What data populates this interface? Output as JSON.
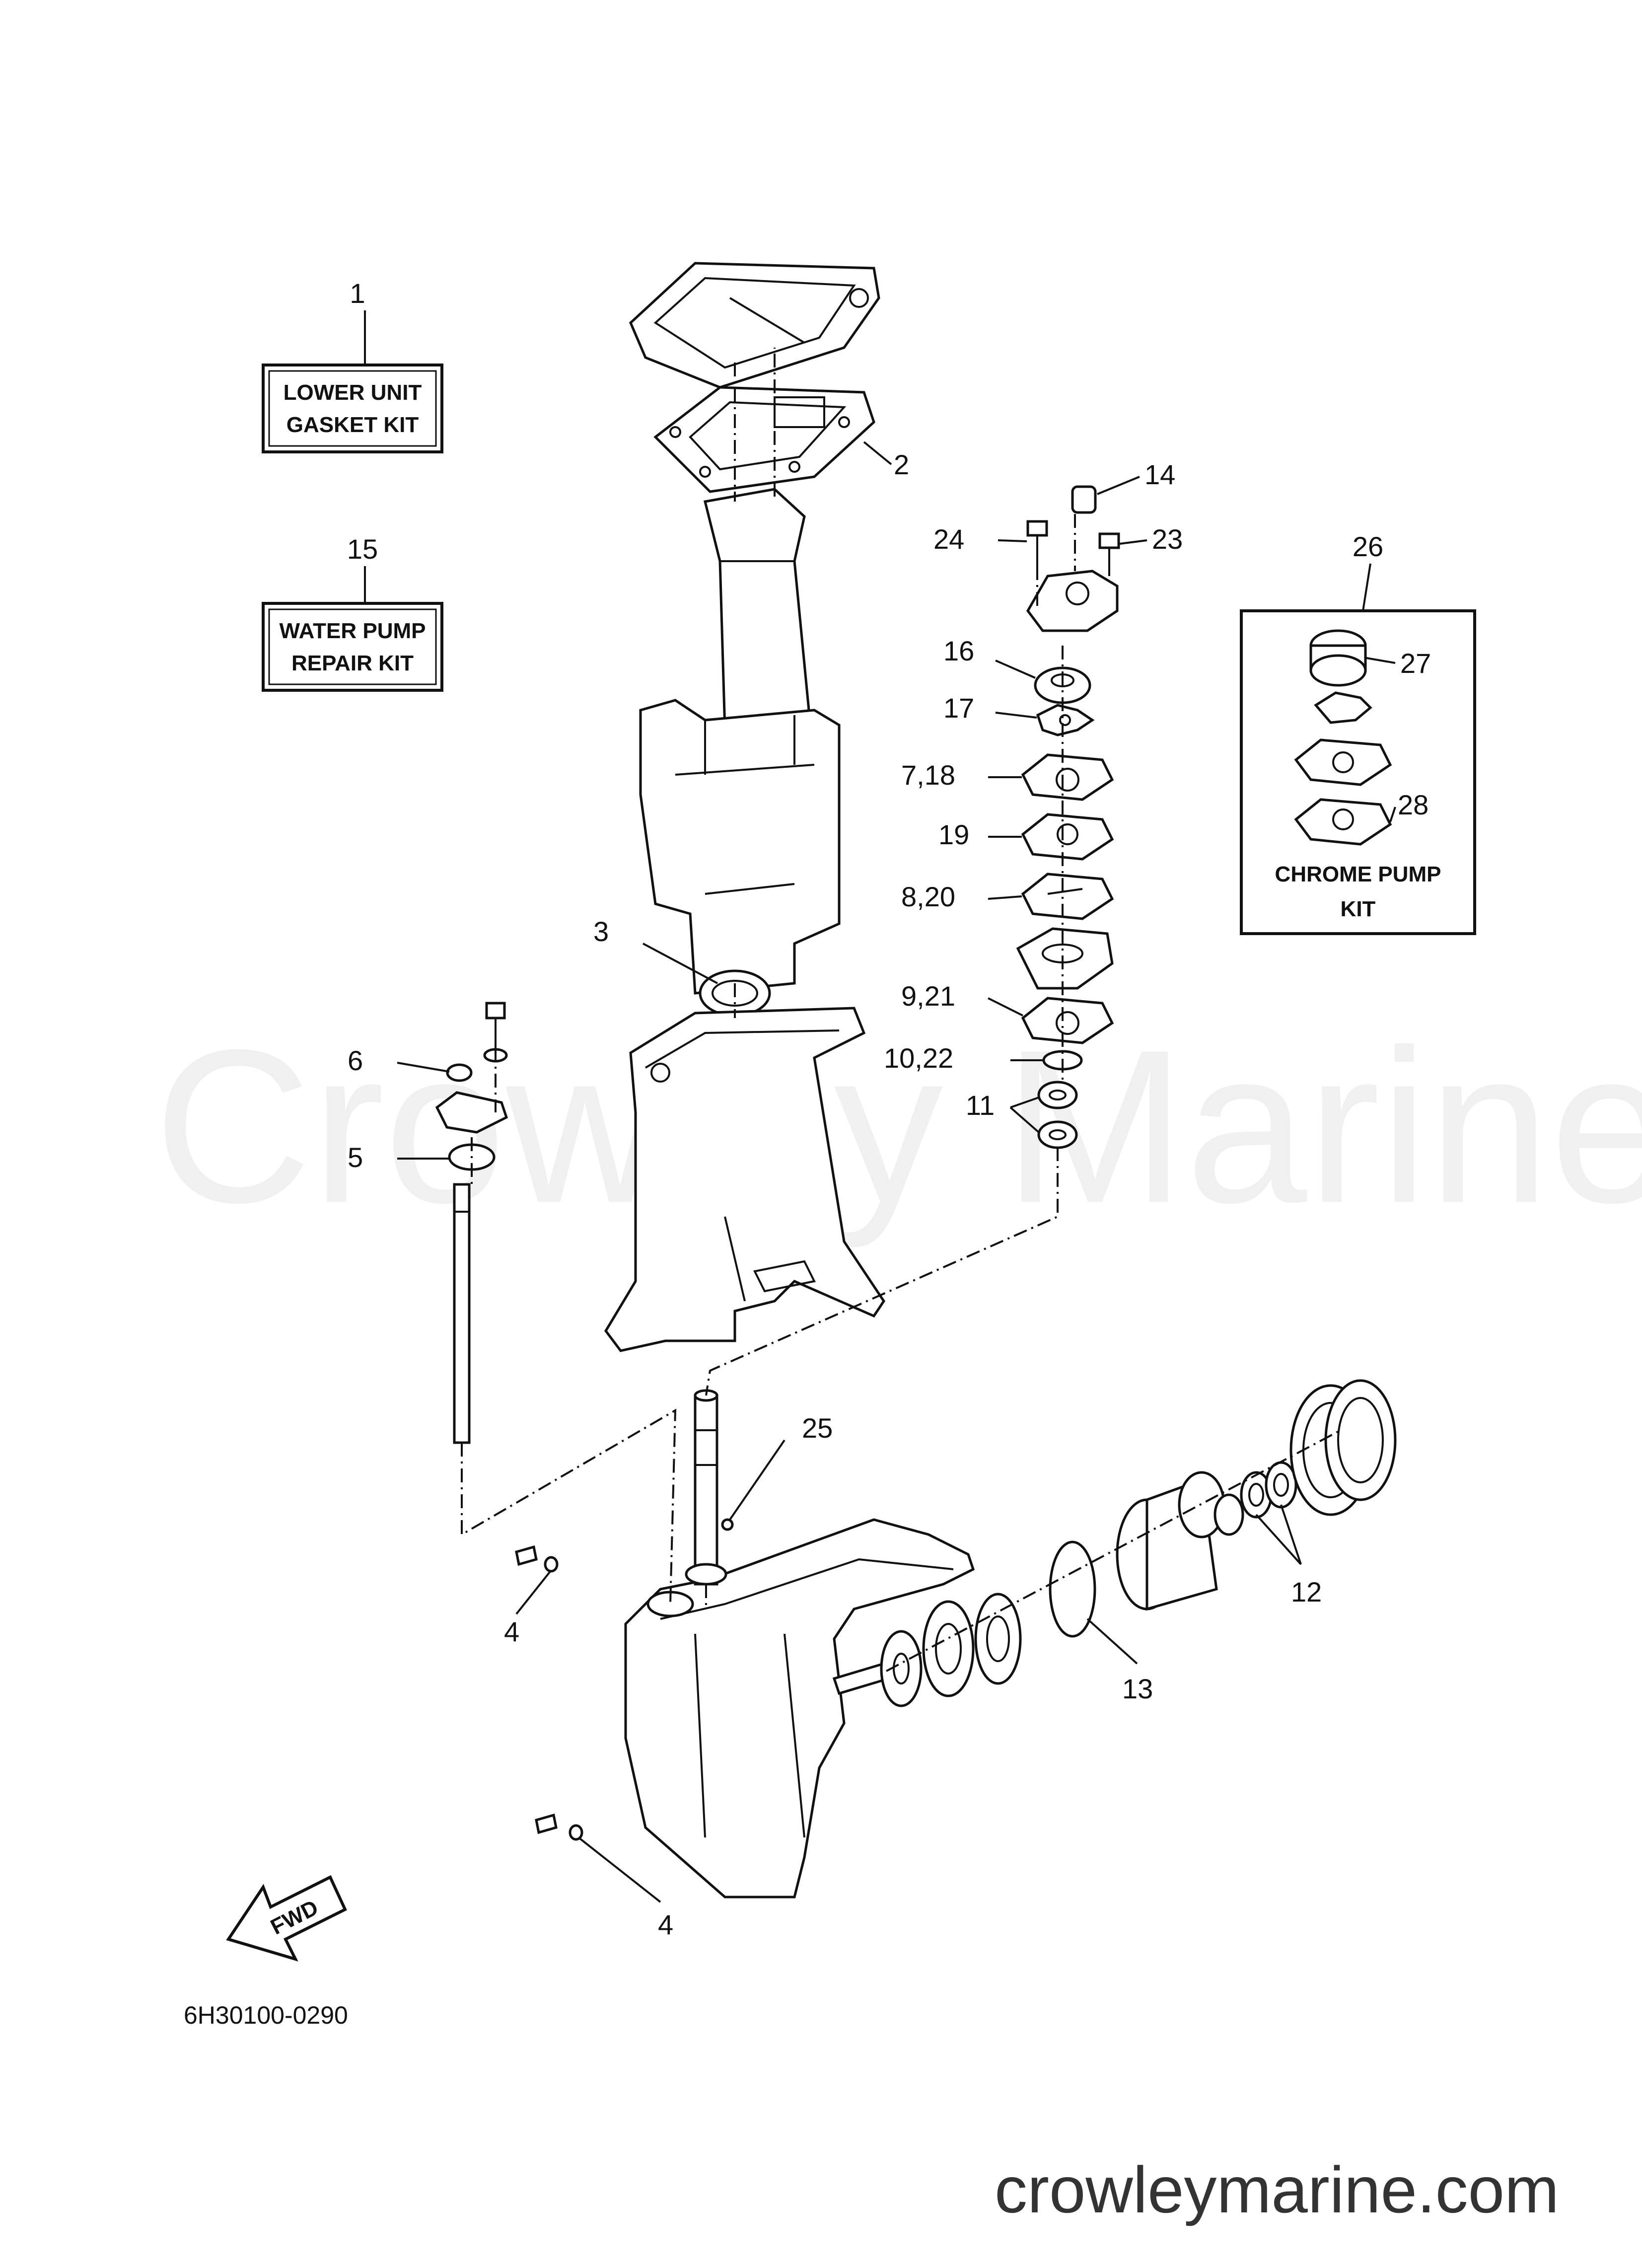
{
  "diagram": {
    "drawing_code": "6H30100-0290",
    "watermark": "Crowley Marine",
    "website": "crowleymarine.com",
    "direction_label": "FWD",
    "kits": {
      "gasket_kit": {
        "callout": "1",
        "line1": "LOWER UNIT",
        "line2": "GASKET KIT"
      },
      "water_pump_kit": {
        "callout": "15",
        "line1": "WATER PUMP",
        "line2": "REPAIR KIT"
      },
      "chrome_pump_kit": {
        "callout": "26",
        "line1": "CHROME PUMP",
        "line2": "KIT"
      }
    },
    "callouts": {
      "c2": "2",
      "c3": "3",
      "c4a": "4",
      "c4b": "4",
      "c5": "5",
      "c6": "6",
      "c7_18": "7,18",
      "c8_20": "8,20",
      "c9_21": "9,21",
      "c10_22": "10,22",
      "c11": "11",
      "c12": "12",
      "c13": "13",
      "c14": "14",
      "c16": "16",
      "c17": "17",
      "c19": "19",
      "c23": "23",
      "c24": "24",
      "c25": "25",
      "c27": "27",
      "c28": "28"
    }
  }
}
